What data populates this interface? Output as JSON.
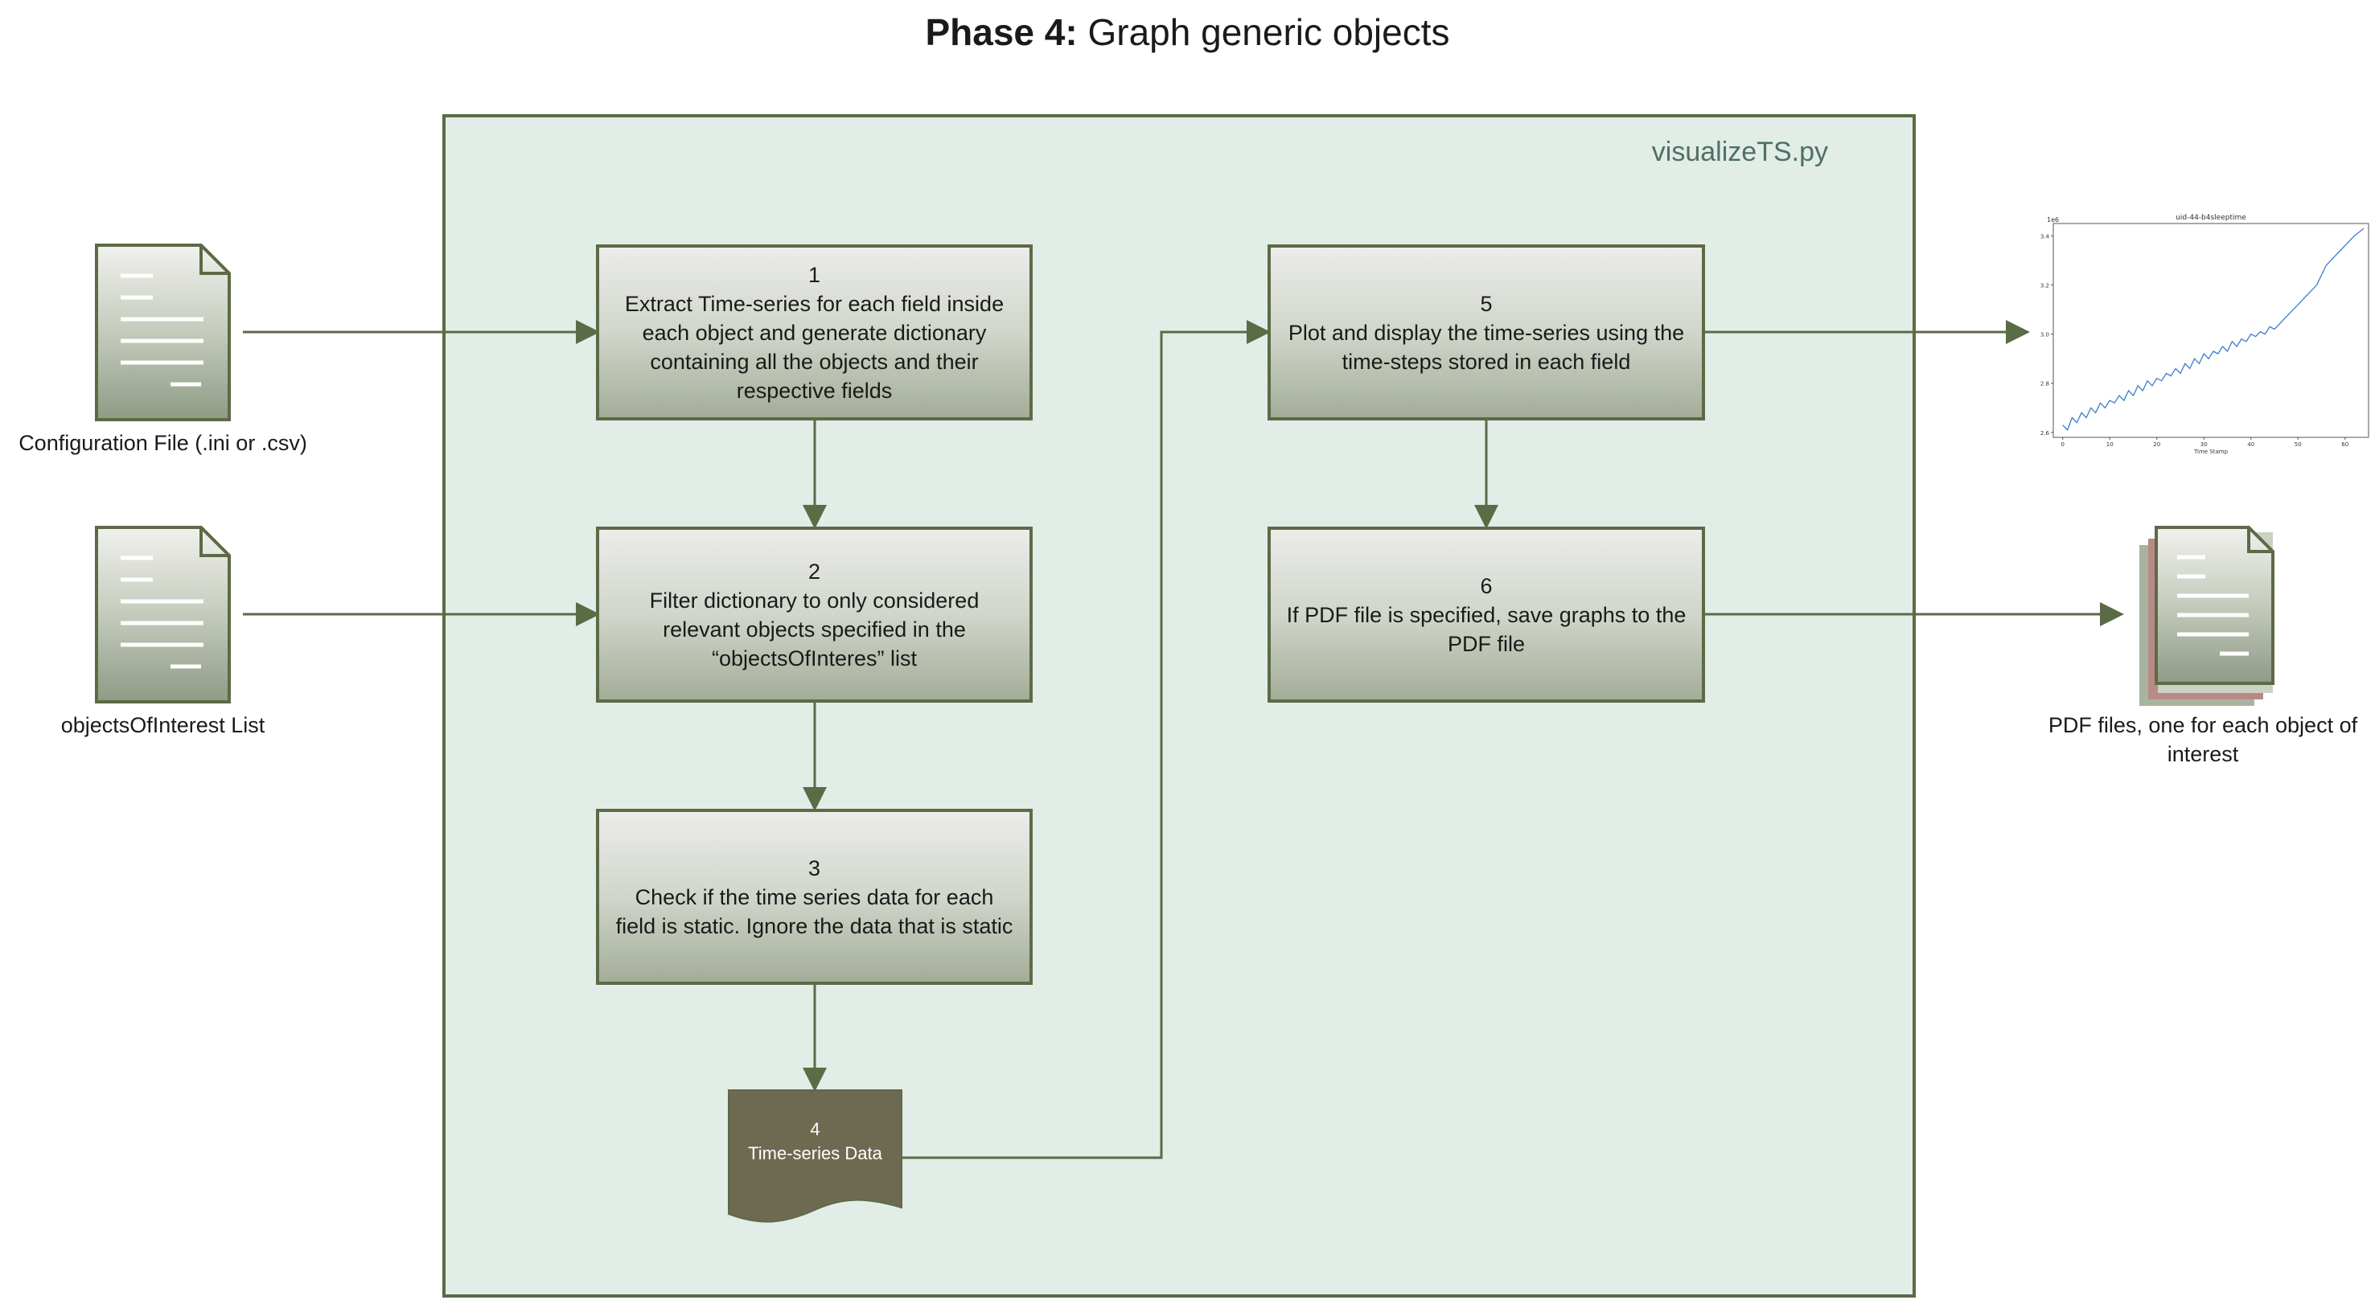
{
  "title": {
    "bold": "Phase 4:",
    "rest": " Graph generic objects"
  },
  "container": {
    "label": "visualizeTS.py"
  },
  "inputs": {
    "config_file": "Configuration File (.ini or .csv)",
    "objects_list": "objectsOfInterest List"
  },
  "steps": [
    {
      "num": "1",
      "text": "Extract Time-series for each field inside each object and generate dictionary containing all the objects and their respective fields"
    },
    {
      "num": "2",
      "text": "Filter dictionary to only considered relevant objects specified in the “objectsOfInteres” list"
    },
    {
      "num": "3",
      "text": "Check if the time series data for each field is static. Ignore the data that is static"
    },
    {
      "num": "4",
      "text": "Time-series Data"
    },
    {
      "num": "5",
      "text": "Plot and display the time-series using the time-steps stored in each field"
    },
    {
      "num": "6",
      "text": "If PDF file is specified, save graphs to the PDF file"
    }
  ],
  "outputs": {
    "pdf_files": "PDF files, one for each object of interest"
  },
  "colors": {
    "box_border": "#5d6a46",
    "container_bg": "#e1ede6",
    "data_shape": "#6e6a52",
    "arrow": "#5a6b46"
  },
  "chart_data": {
    "type": "line",
    "title": "uid-44-b4sleeptime",
    "xlabel": "Time Stamp",
    "ylabel": "",
    "scale_label": "1e6",
    "xlim": [
      -2,
      65
    ],
    "ylim": [
      2.58,
      3.45
    ],
    "xticks": [
      0,
      10,
      20,
      30,
      40,
      50,
      60
    ],
    "yticks": [
      2.6,
      2.8,
      3.0,
      3.2,
      3.4
    ],
    "series": [
      {
        "x": [
          0,
          1,
          2,
          3,
          4,
          5,
          6,
          7,
          8,
          9,
          10,
          11,
          12,
          13,
          14,
          15,
          16,
          17,
          18,
          19,
          20,
          21,
          22,
          23,
          24,
          25,
          26,
          27,
          28,
          29,
          30,
          31,
          32,
          33,
          34,
          35,
          36,
          37,
          38,
          39,
          40,
          41,
          42,
          43,
          44,
          45,
          46,
          47,
          48,
          50,
          52,
          54,
          56,
          58,
          60,
          62,
          64
        ],
        "y": [
          2.63,
          2.61,
          2.66,
          2.64,
          2.68,
          2.66,
          2.7,
          2.68,
          2.72,
          2.7,
          2.73,
          2.72,
          2.75,
          2.73,
          2.77,
          2.75,
          2.79,
          2.77,
          2.81,
          2.79,
          2.82,
          2.81,
          2.84,
          2.83,
          2.86,
          2.84,
          2.88,
          2.86,
          2.9,
          2.88,
          2.92,
          2.9,
          2.93,
          2.92,
          2.95,
          2.93,
          2.97,
          2.95,
          2.98,
          2.97,
          3.0,
          2.99,
          3.01,
          3.0,
          3.03,
          3.02,
          3.04,
          3.06,
          3.08,
          3.12,
          3.16,
          3.2,
          3.28,
          3.32,
          3.36,
          3.4,
          3.43
        ]
      }
    ]
  }
}
